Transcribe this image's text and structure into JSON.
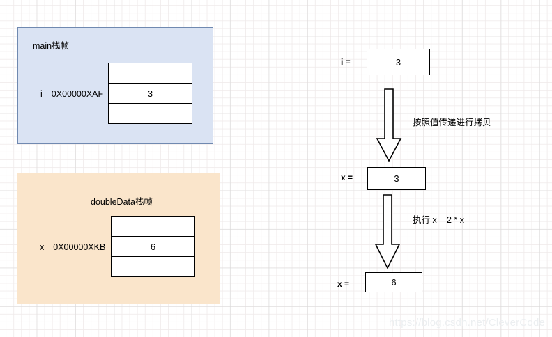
{
  "diagram": {
    "title_watermark": "https://blog.csdn.net/CleverCode",
    "frames": [
      {
        "id": "main-frame",
        "title": "main栈帧",
        "variable": "i",
        "address": "0X00000XAF",
        "cells": [
          "",
          "3",
          ""
        ],
        "color": "#dae3f3",
        "border_color": "#7089b0"
      },
      {
        "id": "doubledata-frame",
        "title": "doubleData栈帧",
        "variable": "x",
        "address": "0X00000XKB",
        "cells": [
          "",
          "6",
          ""
        ],
        "color": "#fae5cb",
        "border_color": "#c8972f"
      }
    ],
    "flow": {
      "steps": [
        {
          "label": "i =",
          "value": "3"
        },
        {
          "label": "x =",
          "value": "3"
        },
        {
          "label": "x =",
          "value": "6"
        }
      ],
      "annotations": [
        "按照值传递进行拷贝",
        "执行 x = 2 * x"
      ],
      "arrow_icon": "down-arrow-icon"
    }
  }
}
